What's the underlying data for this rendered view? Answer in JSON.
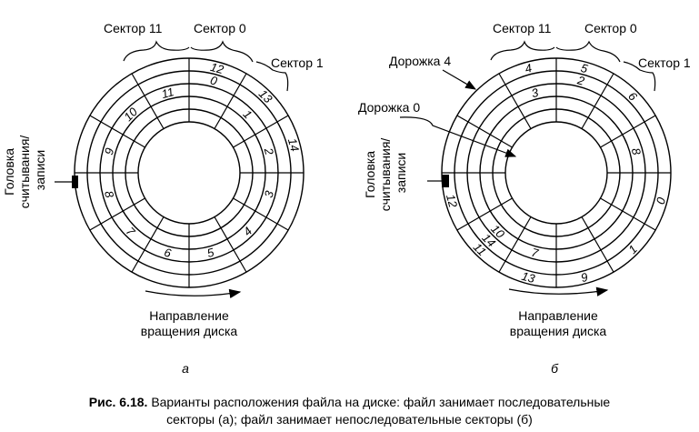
{
  "diagram_a": {
    "sector_labels": {
      "s11": "Сектор 11",
      "s0": "Сектор 0",
      "s1": "Сектор 1"
    },
    "head_label": {
      "line1": "Головка",
      "line2": "считывания/",
      "line3": "записи"
    },
    "direction_label": {
      "line1": "Направление",
      "line2": "вращения диска"
    },
    "letter": "а",
    "blocks": [
      "0",
      "1",
      "2",
      "3",
      "4",
      "5",
      "6",
      "7",
      "8",
      "9",
      "10",
      "11",
      "12",
      "13",
      "14"
    ]
  },
  "diagram_b": {
    "sector_labels": {
      "s11": "Сектор 11",
      "s0": "Сектор 0",
      "s1": "Сектор 1"
    },
    "track_labels": {
      "t4": "Дорожка 4",
      "t0": "Дорожка 0"
    },
    "head_label": {
      "line1": "Головка",
      "line2": "считывания/",
      "line3": "записи"
    },
    "direction_label": {
      "line1": "Направление",
      "line2": "вращения диска"
    },
    "letter": "б",
    "blocks": [
      "0",
      "1",
      "2",
      "3",
      "4",
      "5",
      "6",
      "7",
      "8",
      "9",
      "10",
      "11",
      "12",
      "13",
      "14"
    ]
  },
  "caption": {
    "prefix": "Рис. 6.18.",
    "line1": "Варианты расположения файла на диске: файл занимает последовательные",
    "line2": "секторы (а); файл занимает непоследовательные секторы (б)"
  }
}
